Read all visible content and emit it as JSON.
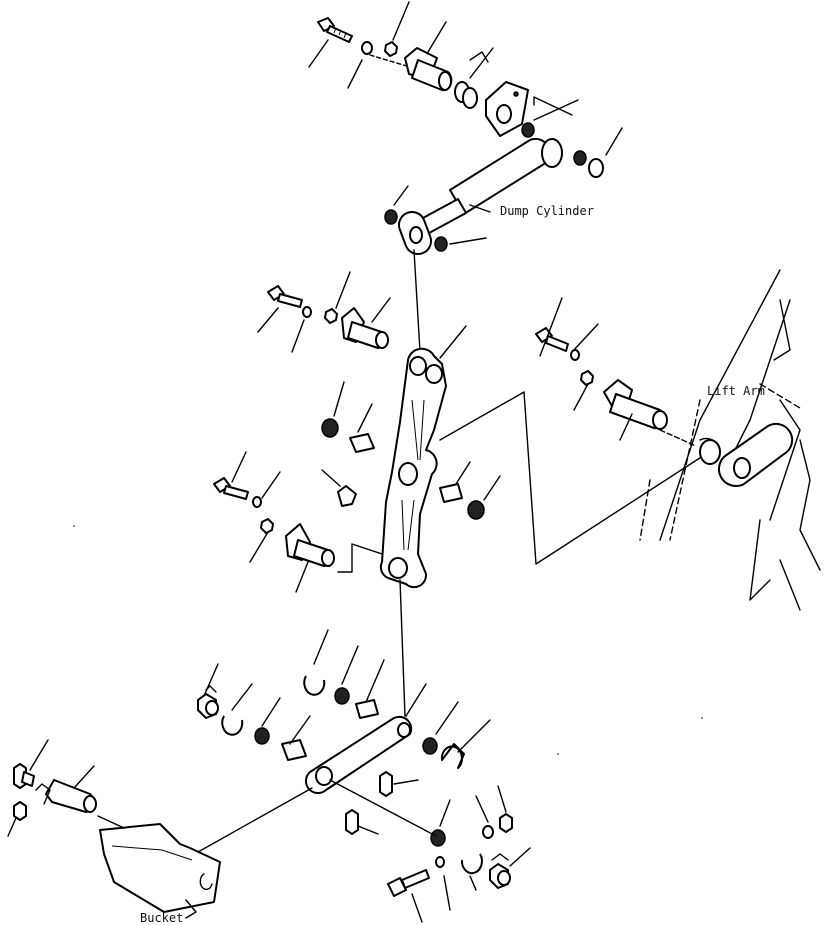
{
  "labels": {
    "dump_cylinder": "Dump Cylinder",
    "lift_arm": "Lift Arm",
    "bucket": "Bucket"
  }
}
